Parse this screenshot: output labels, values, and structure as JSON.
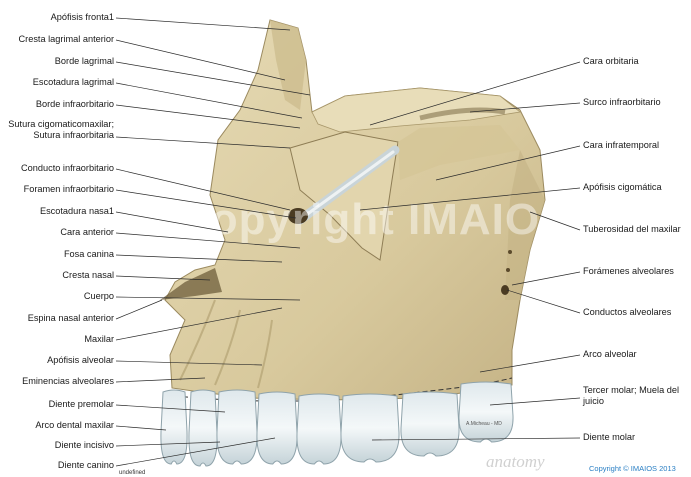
{
  "labels_left": [
    "Apófisis fronta1",
    "Cresta lagrimal anterior",
    "Borde lagrimal",
    "Escotadura lagrimal",
    "Borde infraorbitario",
    "Sutura cigomaticomaxilar; Sutura infraorbitaria",
    "Conducto infraorbitario",
    "Foramen infraorbitario",
    "Escotadura nasa1",
    "Cara anterior",
    "Fosa canina",
    "Cresta nasal",
    "Cuerpo",
    "Espina nasal anterior",
    "Maxilar",
    "Apófisis alveolar",
    "Eminencias alveolares",
    "Diente premolar",
    "Arco dental maxilar",
    "Diente incisivo",
    "Diente canino"
  ],
  "labels_right": [
    "Cara orbitaria",
    "Surco infraorbitario",
    "Cara infratemporal",
    "Apófisis cigomática",
    "Tuberosidad del maxilar",
    "Forámenes alveolares",
    "Conductos alveolares",
    "Arco alveolar",
    "Tercer molar; Muela del juicio",
    "Diente molar"
  ],
  "watermark": "Copyright IMAIOS",
  "copyright": "Copyright © IMAIOS 2013",
  "brand": "anatomy",
  "artist": "A.Micheau - MD",
  "undefined_text": "undefined",
  "colors": {
    "bone": "#dccfa6",
    "bone_shadow": "#b9a77a",
    "bone_dark": "#8e7d55",
    "tooth": "#eef3f5",
    "tooth_shadow": "#b7c6cc",
    "leader": "#333333",
    "copyright": "#2a7fc4"
  }
}
